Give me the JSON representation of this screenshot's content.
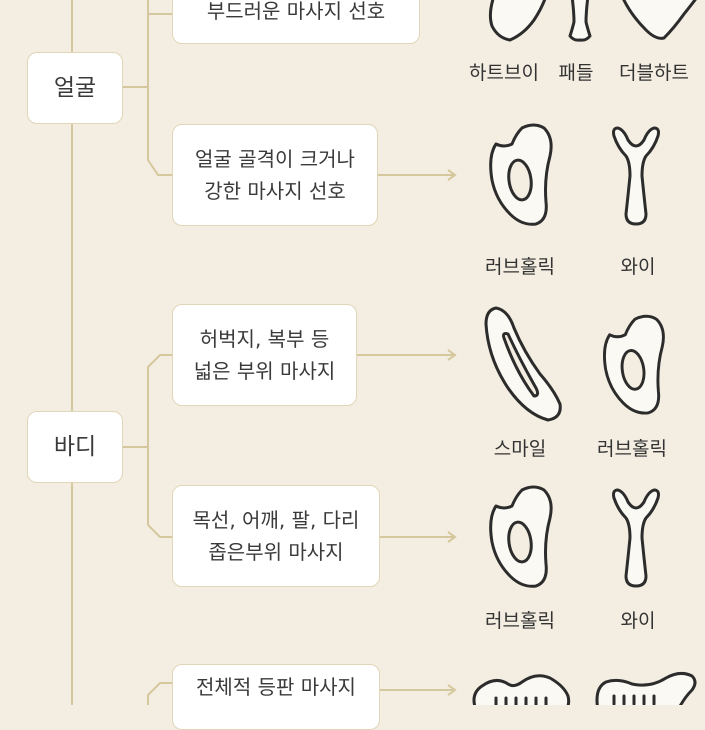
{
  "categories": [
    {
      "label": "얼굴"
    },
    {
      "label": "바디"
    }
  ],
  "preferences": [
    {
      "label": "부드러운 마사지 선호"
    },
    {
      "label": "얼굴 골격이 크거나\n강한 마사지 선호"
    },
    {
      "label": "허벅지, 복부 등\n넓은 부위 마사지"
    },
    {
      "label": "목선, 어깨, 팔, 다리\n좁은부위 마사지"
    },
    {
      "label": "전체적 등판 마사지"
    }
  ],
  "tools": [
    {
      "label": "하트브이",
      "icon": "heart-v-gua-sha-icon"
    },
    {
      "label": "패들",
      "icon": "paddle-gua-sha-icon"
    },
    {
      "label": "더블하트",
      "icon": "double-heart-gua-sha-icon"
    },
    {
      "label": "러브홀릭",
      "icon": "loveholic-gua-sha-icon"
    },
    {
      "label": "와이",
      "icon": "y-shape-gua-sha-icon"
    },
    {
      "label": "스마일",
      "icon": "smile-gua-sha-icon"
    },
    {
      "label": "러브홀릭",
      "icon": "loveholic-gua-sha-icon"
    },
    {
      "label": "러브홀릭",
      "icon": "loveholic-gua-sha-icon"
    },
    {
      "label": "와이",
      "icon": "y-shape-gua-sha-icon"
    },
    {
      "label": "",
      "icon": "comb-gua-sha-icon"
    },
    {
      "label": "",
      "icon": "comb-gua-sha-icon"
    }
  ],
  "colors": {
    "background": "#f3eee1",
    "box_border": "#e2d6b8",
    "connector": "#d6c89e"
  }
}
